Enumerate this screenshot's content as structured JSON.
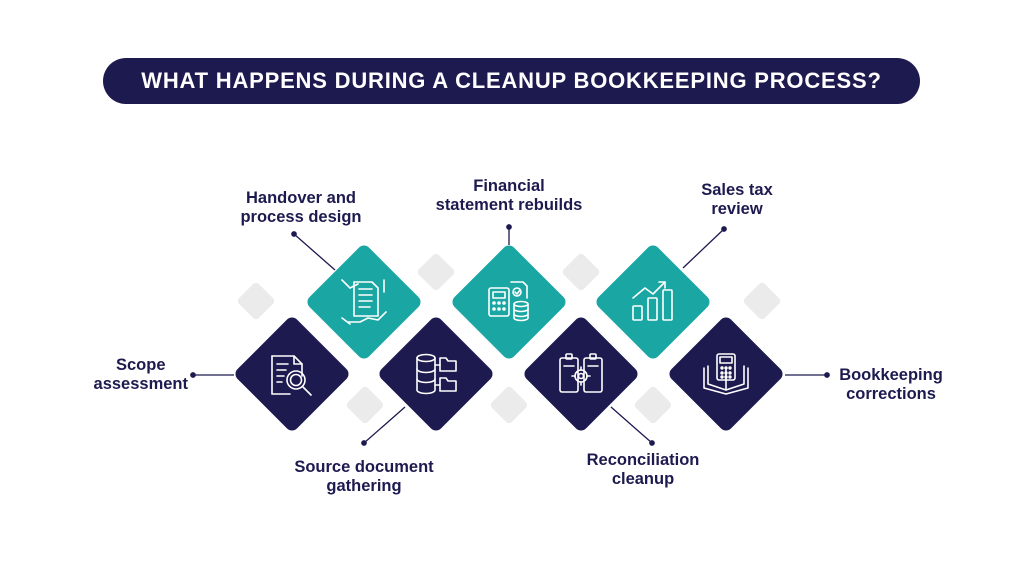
{
  "title": "WHAT HAPPENS DURING A CLEANUP BOOKKEEPING PROCESS?",
  "colors": {
    "navy": "#1d1a4f",
    "teal": "#1aa6a2",
    "light_gray": "#ebebeb",
    "white": "#ffffff"
  },
  "steps": [
    {
      "id": "scope",
      "label_line1": "Scope",
      "label_line2": "assessment",
      "icon": "document-magnifier-icon",
      "color": "navy"
    },
    {
      "id": "handover",
      "label_line1": "Handover and",
      "label_line2": "process design",
      "icon": "hand-document-icon",
      "color": "teal"
    },
    {
      "id": "source",
      "label_line1": "Source document",
      "label_line2": "gathering",
      "icon": "database-folders-icon",
      "color": "navy"
    },
    {
      "id": "financial",
      "label_line1": "Financial",
      "label_line2": "statement rebuilds",
      "icon": "calculator-coins-icon",
      "color": "teal"
    },
    {
      "id": "reconciliation",
      "label_line1": "Reconciliation",
      "label_line2": "cleanup",
      "icon": "clipboards-gear-icon",
      "color": "navy"
    },
    {
      "id": "salestax",
      "label_line1": "Sales tax",
      "label_line2": "review",
      "icon": "bar-chart-icon",
      "color": "teal"
    },
    {
      "id": "bookkeeping",
      "label_line1": "Bookkeeping",
      "label_line2": "corrections",
      "icon": "ledger-calculator-icon",
      "color": "navy"
    }
  ]
}
